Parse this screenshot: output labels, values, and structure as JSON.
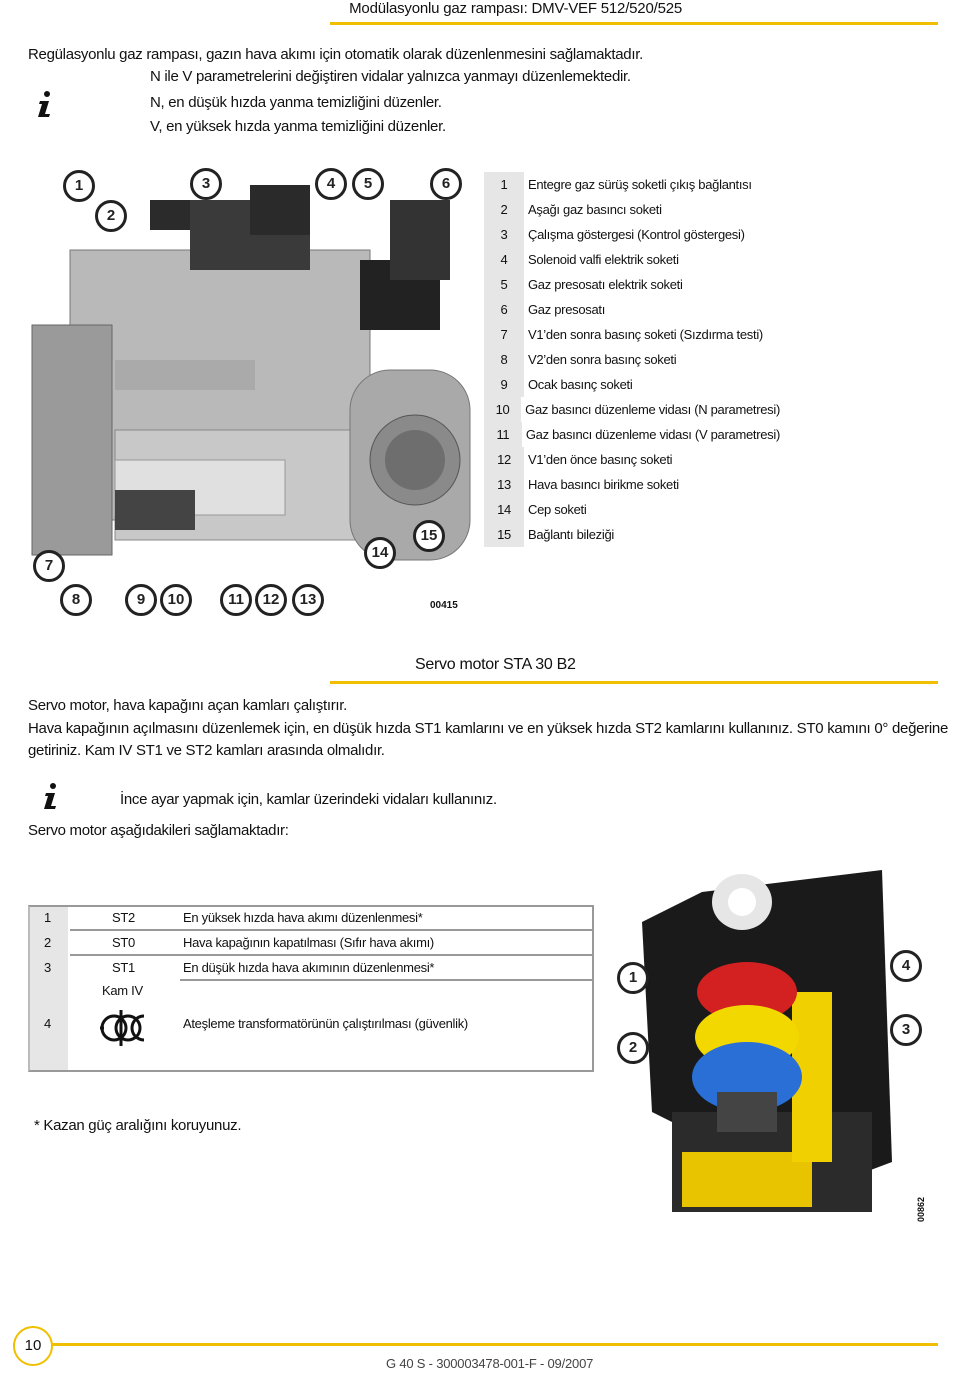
{
  "header": {
    "title": "Modülasyonlu gaz rampası: DMV-VEF 512/520/525"
  },
  "section1": {
    "intro": "Regülasyonlu gaz rampası, gazın hava akımı için otomatik olarak düzenlenmesini sağlamaktadır.",
    "notes": [
      "N ile V parametrelerini değiştiren vidalar yalnızca yanmayı düzenlemektedir.",
      "N, en düşük hızda yanma temizliğini düzenler.",
      "V, en yüksek hızda yanma temizliğini düzenler."
    ],
    "info_icon": "info-icon",
    "photo_code": "00415",
    "callouts": [
      "1",
      "2",
      "3",
      "4",
      "5",
      "6",
      "7",
      "8",
      "9",
      "10",
      "11",
      "12",
      "13",
      "14",
      "15"
    ],
    "legend": [
      {
        "num": "1",
        "label": "Entegre gaz sürüş soketli çıkış bağlantısı"
      },
      {
        "num": "2",
        "label": "Aşağı gaz basıncı soketi"
      },
      {
        "num": "3",
        "label": "Çalışma göstergesi (Kontrol göstergesi)"
      },
      {
        "num": "4",
        "label": "Solenoid valfi elektrik soketi"
      },
      {
        "num": "5",
        "label": "Gaz presosatı elektrik soketi"
      },
      {
        "num": "6",
        "label": "Gaz presosatı"
      },
      {
        "num": "7",
        "label": "V1’den sonra basınç soketi (Sızdırma testi)"
      },
      {
        "num": "8",
        "label": "V2’den sonra basınç soketi"
      },
      {
        "num": "9",
        "label": "Ocak basınç soketi"
      },
      {
        "num": "10",
        "label": "Gaz basıncı düzenleme vidası (N parametresi)"
      },
      {
        "num": "11",
        "label": "Gaz basıncı düzenleme vidası (V parametresi)"
      },
      {
        "num": "12",
        "label": "V1’den önce basınç soketi"
      },
      {
        "num": "13",
        "label": "Hava basıncı birikme soketi"
      },
      {
        "num": "14",
        "label": "Cep soketi"
      },
      {
        "num": "15",
        "label": "Bağlantı bileziği"
      }
    ]
  },
  "section2": {
    "title": "Servo motor STA 30 B2",
    "p1": "Servo motor, hava kapağını açan kamları çalıştırır.",
    "p2": "Hava kapağının açılmasını düzenlemek için, en düşük hızda ST1 kamlarını ve en yüksek hızda ST2 kamlarını kullanınız. ST0 kamını 0° değerine getiriniz. Kam IV ST1 ve ST2 kamları arasında olmalıdır.",
    "info": "İnce ayar yapmak için, kamlar üzerindeki vidaları kullanınız.",
    "p3": "Servo motor aşağıdakileri sağlamaktadır:",
    "table": [
      {
        "num": "1",
        "code": "ST2",
        "desc": "En yüksek hızda hava akımı düzenlenmesi*"
      },
      {
        "num": "2",
        "code": "ST0",
        "desc": "Hava kapağının kapatılması (Sıfır hava akımı)"
      },
      {
        "num": "3",
        "code": "ST1",
        "desc": "En düşük hızda hava akımının düzenlenmesi*"
      },
      {
        "num": "4",
        "code": "Kam IV",
        "desc": "Ateşleme transformatörünün çalıştırılması (güvenlik)"
      }
    ],
    "footnote": "* Kazan güç aralığını koruyunuz.",
    "photo_callouts": [
      "1",
      "2",
      "3",
      "4"
    ],
    "photo_code": "00862"
  },
  "footer": {
    "page": "10",
    "doc": "G 40 S - 300003478-001-F - 09/2007"
  }
}
